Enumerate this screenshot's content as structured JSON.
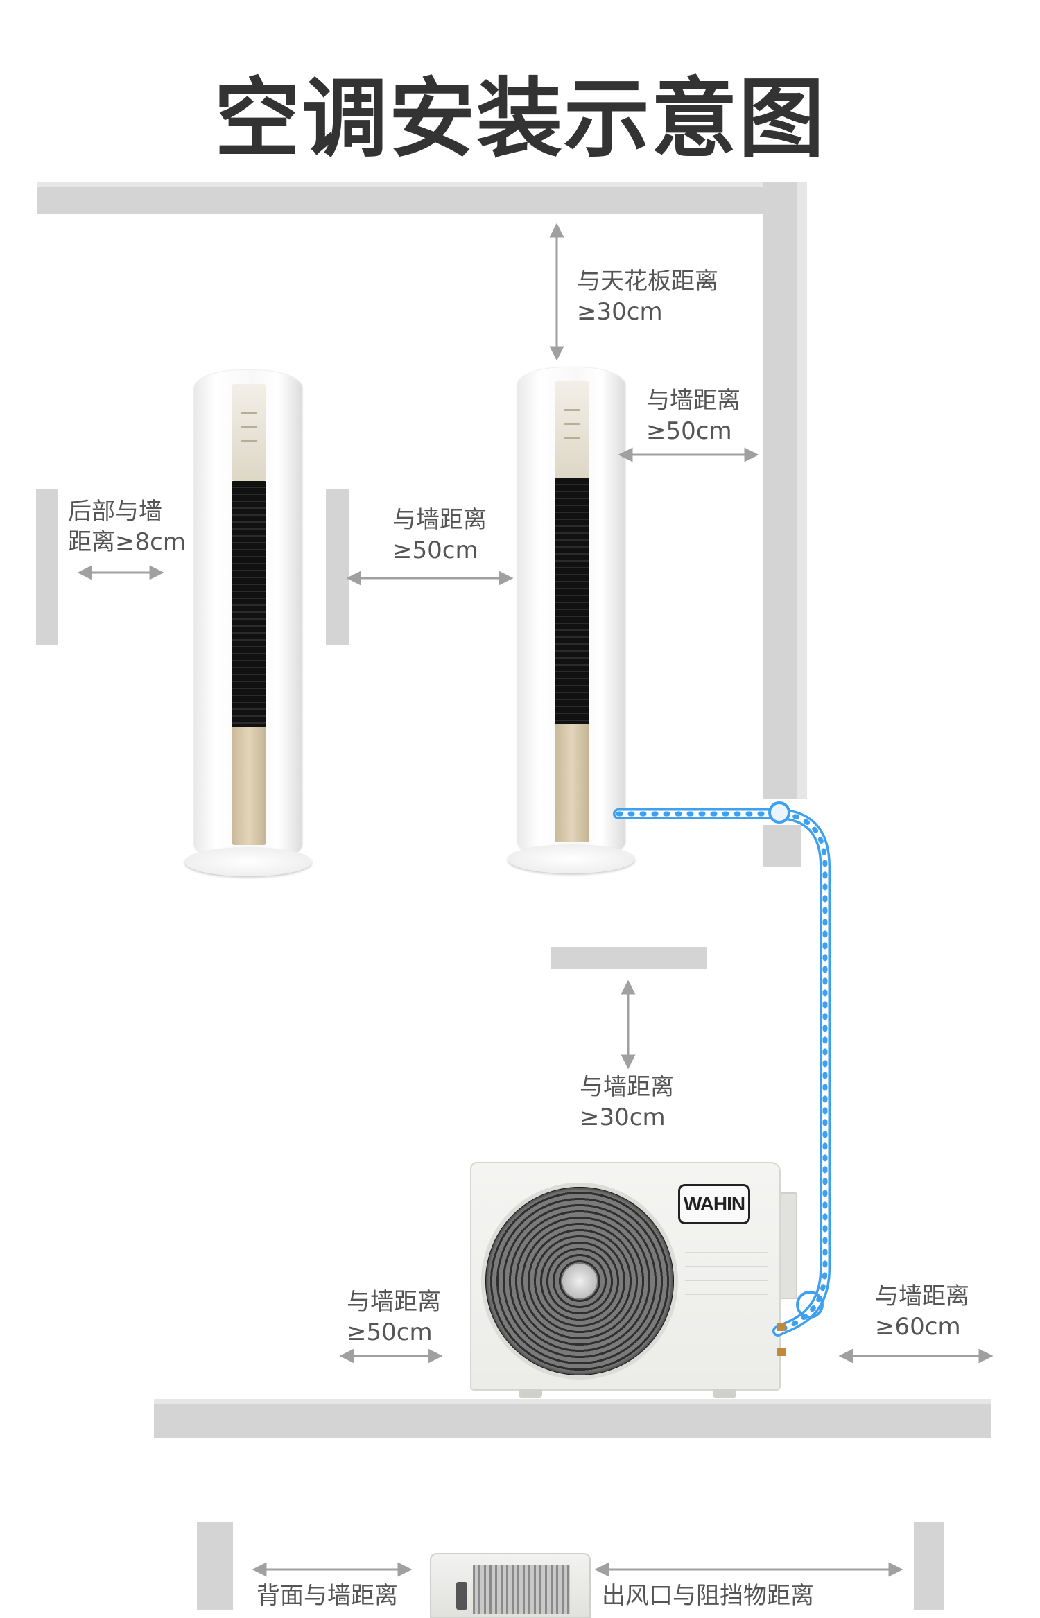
{
  "title": "空调安装示意图",
  "labels": {
    "ceiling": [
      "与天花板距离",
      "≥30cm"
    ],
    "right_wall_top": [
      "与墙距离",
      "≥50cm"
    ],
    "back_wall": [
      "后部与墙",
      "距离≥8cm"
    ],
    "between_units": [
      "与墙距离",
      "≥50cm"
    ],
    "outdoor_top": [
      "与墙距离",
      "≥30cm"
    ],
    "outdoor_left": [
      "与墙距离",
      "≥50cm"
    ],
    "outdoor_right": [
      "与墙距离",
      "≥60cm"
    ],
    "bottom_left": "背面与墙距离",
    "bottom_right": "出风口与阻挡物距离"
  },
  "brand": "WAHIN",
  "colors": {
    "wall": "#d4d4d4",
    "arrow": "#a0a0a0",
    "pipe": "#3ea0ee",
    "text": "#555555",
    "title": "#333333"
  }
}
